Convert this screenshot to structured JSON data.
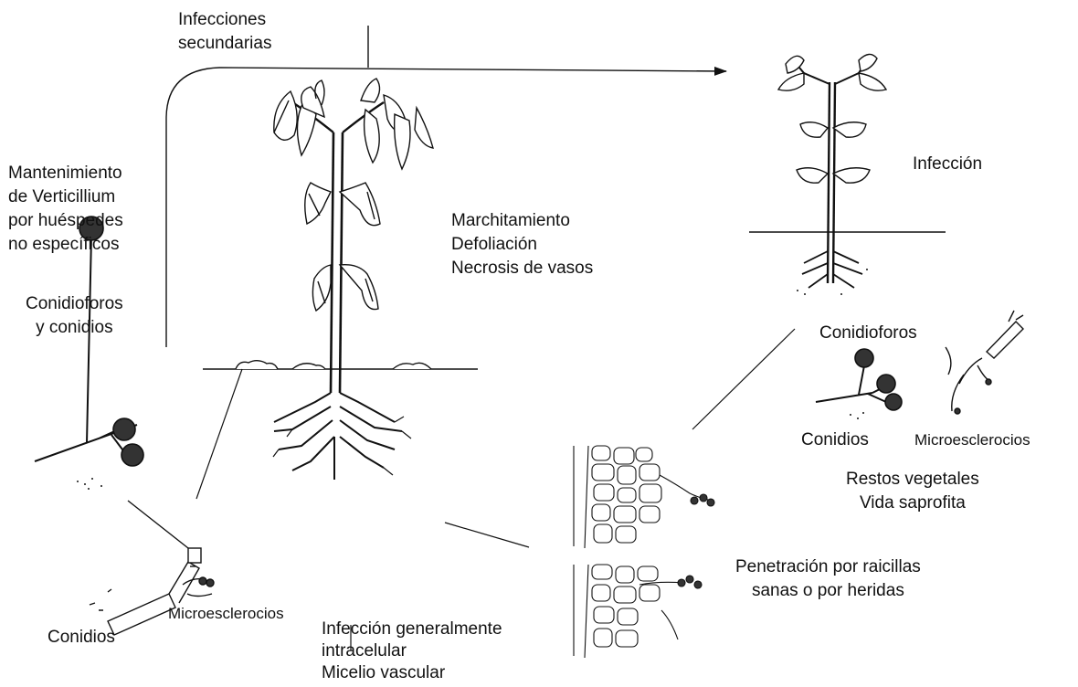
{
  "diagram": {
    "labels": {
      "secondary_infections": [
        "Infecciones",
        "secundarias"
      ],
      "maintenance": [
        "Mantenimiento",
        "de Verticillium",
        "por huéspedes",
        "no específicos"
      ],
      "symptoms": [
        "Marchitamiento",
        "Defoliación",
        "Necrosis de vasos"
      ],
      "infection": "Infección",
      "conidiophores_left": [
        "Conidioforos",
        "y conidios"
      ],
      "conidiophores_right": "Conidioforos",
      "conidia_right": "Conidios",
      "microsclerotia_right": "Microesclerocios",
      "saprophytic": [
        "Restos vegetales",
        "Vida saprofita"
      ],
      "penetration": [
        "Penetración por raicillas",
        "sanas o por heridas"
      ],
      "conidia_left": "Conidios",
      "microsclerotia_left": "Microesclerocios",
      "intracellular": [
        "Infección generalmente",
        "intracelular",
        "Micelio vascular"
      ]
    },
    "colors": {
      "ink": "#111111",
      "background": "#ffffff"
    }
  }
}
